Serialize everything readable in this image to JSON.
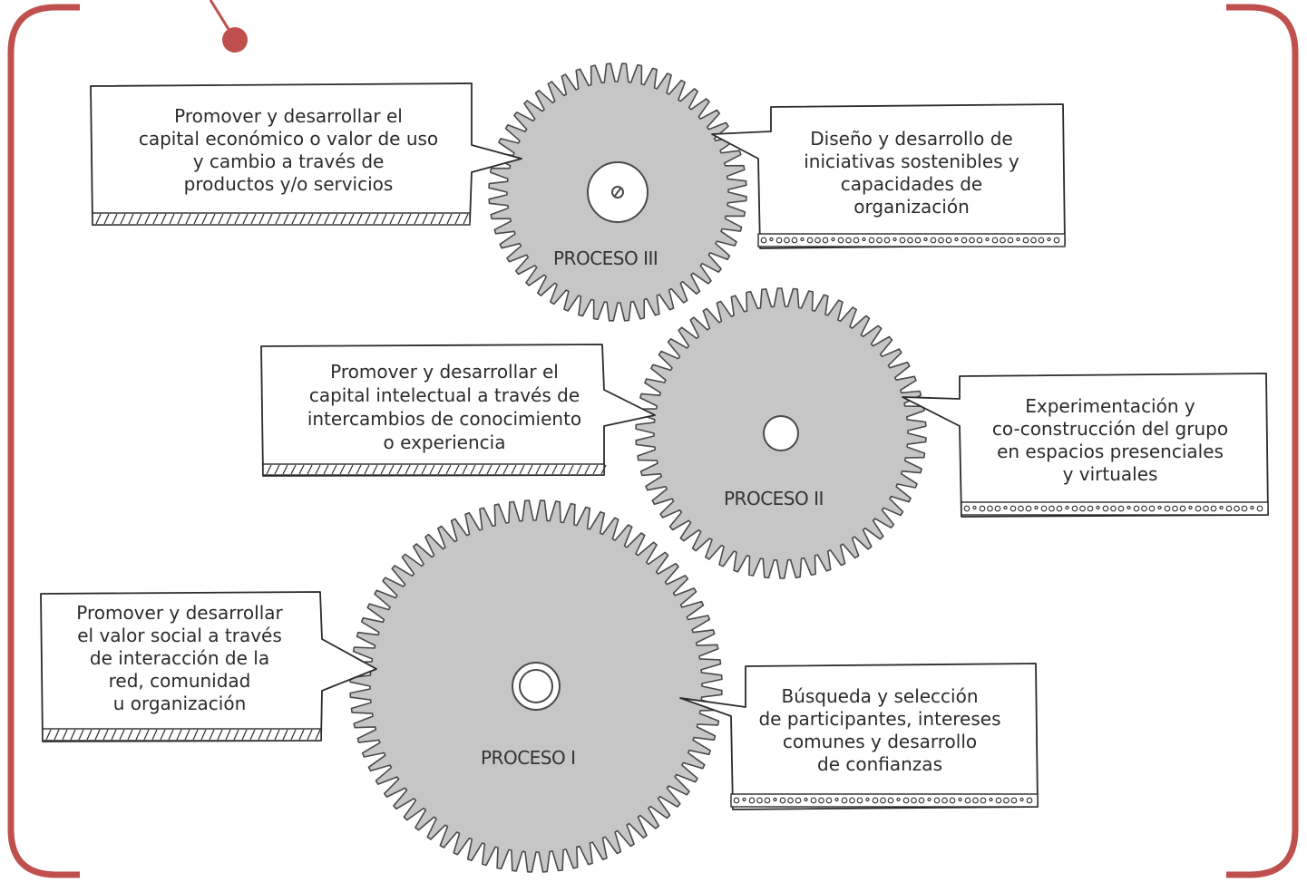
{
  "colors": {
    "frame": "#c0504d",
    "gear_fill": "#c6c6c6",
    "gear_stroke": "#4a4a4a",
    "ink": "#2b2b2b"
  },
  "gears": [
    {
      "id": "gear-proceso-iii",
      "label": "PROCESO III"
    },
    {
      "id": "gear-proceso-ii",
      "label": "PROCESO II"
    },
    {
      "id": "gear-proceso-i",
      "label": "PROCESO I"
    }
  ],
  "boxes": {
    "proceso_iii_left": [
      "Promover y desarrollar el",
      "capital económico o valor de uso",
      "y cambio a través de",
      "productos y/o servicios"
    ],
    "proceso_iii_right": [
      "Diseño y desarrollo de",
      "iniciativas sostenibles y",
      "capacidades de",
      "organización"
    ],
    "proceso_ii_left": [
      "Promover y desarrollar el",
      "capital intelectual a través de",
      "intercambios de conocimiento",
      "o experiencia"
    ],
    "proceso_ii_right": [
      "Experimentación y",
      "co-construcción del grupo",
      "en espacios presenciales",
      "y virtuales"
    ],
    "proceso_i_left": [
      "Promover y desarrollar",
      "el valor social a través",
      "de interacción de la",
      "red, comunidad",
      "u organización"
    ],
    "proceso_i_right": [
      "Búsqueda y selección",
      "de participantes, intereses",
      "comunes y desarrollo",
      "de confianzas"
    ]
  }
}
